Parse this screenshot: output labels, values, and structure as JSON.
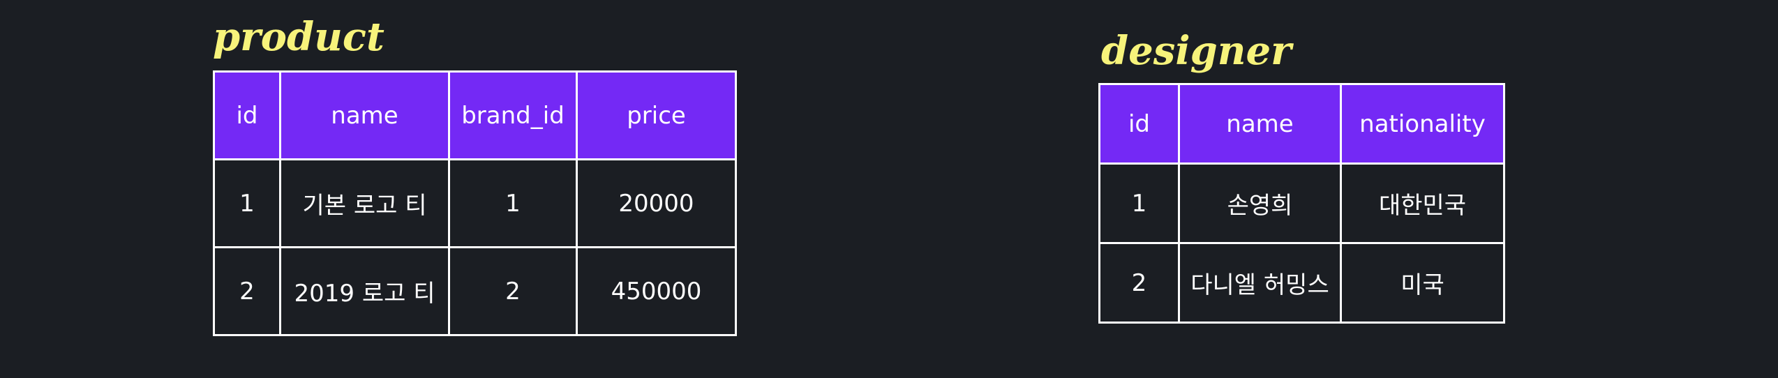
{
  "product": {
    "title": "product",
    "columns": [
      "id",
      "name",
      "brand_id",
      "price"
    ],
    "rows": [
      [
        "1",
        "기본 로고 티",
        "1",
        "20000"
      ],
      [
        "2",
        "2019 로고 티",
        "2",
        "450000"
      ]
    ]
  },
  "designer": {
    "title": "designer",
    "columns": [
      "id",
      "name",
      "nationality"
    ],
    "rows": [
      [
        "1",
        "손영희",
        "대한민국"
      ],
      [
        "2",
        "다니엘 허밍스",
        "미국"
      ]
    ]
  },
  "colors": {
    "background": "#1b1e23",
    "header_fill": "#7429f5",
    "title_text": "#f7f37b",
    "cell_text": "#ffffff",
    "border": "#ffffff"
  }
}
